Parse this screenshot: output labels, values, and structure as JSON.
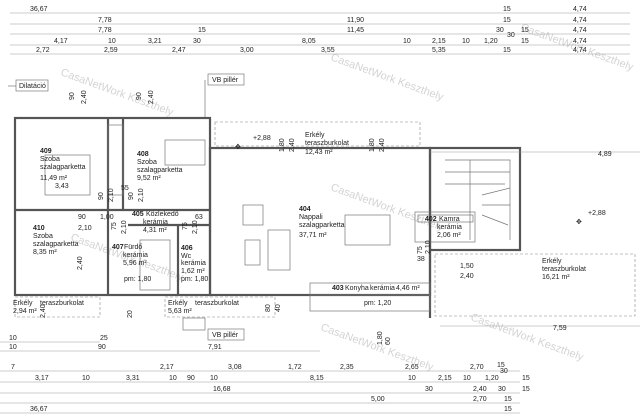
{
  "watermark": "CasaNetWork Keszthely",
  "dims_top": [
    [
      "36,67",
      "15",
      "4,74"
    ],
    [
      "7,78",
      "11,90",
      "15",
      "4,74"
    ],
    [
      "7,78",
      "15",
      "11,45",
      "30",
      "30",
      "15",
      "4,74"
    ],
    [
      "4,17",
      "10",
      "3,21",
      "30",
      "8,05",
      "10",
      "2,15",
      "10",
      "1,20",
      "15",
      "4,74"
    ],
    [
      "2,72",
      "2,59",
      "2,47",
      "3,00",
      "3,55",
      "5,35",
      "15",
      "4,74"
    ]
  ],
  "dims_bottom": [
    [
      "7,59"
    ],
    [
      "10",
      "25"
    ],
    [
      "10",
      "90",
      "7,91"
    ],
    [
      "7",
      "2,17",
      "3,08",
      "1,72",
      "2,35",
      "2,65",
      "2,70",
      "15",
      "30"
    ],
    [
      "3,17",
      "10",
      "3,31",
      "10",
      "90",
      "10",
      "8,15",
      "10",
      "2,15",
      "10",
      "1,20",
      "15"
    ],
    [
      "16,68",
      "30",
      "2,40",
      "30",
      "15"
    ],
    [
      "5,00",
      "2,70",
      "15"
    ],
    [
      "36,67",
      "15"
    ]
  ],
  "tags": {
    "dilatacio": "Dilatáció",
    "vb_top": "VB pillér",
    "vb_bottom": "VB pillér"
  },
  "rooms": {
    "r409": {
      "num": "409",
      "name": "Szoba",
      "floor": "szalagparketta",
      "area": "11,49 m²",
      "extra": "3,43"
    },
    "r408": {
      "num": "408",
      "name": "Szoba",
      "floor": "szalagparketta",
      "area": "9,52 m²"
    },
    "r410": {
      "num": "410",
      "name": "Szoba",
      "floor": "szalagparketta",
      "area": "8,35 m²"
    },
    "r405": {
      "num": "405",
      "name": "Közlekedő",
      "floor": "kerámia",
      "area": "4,31 m²"
    },
    "r407": {
      "num": "407",
      "name": "Fürdő",
      "floor": "kerámia",
      "area": "5,96 m²",
      "pm": "pm: 1,80"
    },
    "r406": {
      "num": "406",
      "name": "Wc",
      "floor": "kerámia",
      "area": "1,62 m²",
      "pm": "pm: 1,80"
    },
    "r404": {
      "num": "404",
      "name": "Nappali",
      "floor": "szalagparketta",
      "area": "37,71 m²"
    },
    "r403": {
      "num": "403",
      "name": "Konyha",
      "floor": "kerámia",
      "area": "4,46 m²",
      "pm": "pm: 1,20"
    },
    "r402": {
      "num": "402",
      "name": "Kamra",
      "floor": "kerámia",
      "area": "2,06 m²"
    }
  },
  "balconies": {
    "top": {
      "name": "Erkély",
      "floor": "teraszburkolat",
      "area": "12,43 m²"
    },
    "right": {
      "name": "Erkély",
      "floor": "teraszburkolat",
      "area": "16,21 m²"
    },
    "bl": {
      "name": "Erkély",
      "floor": "teraszburkolat",
      "area": "2,94 m²"
    },
    "bm": {
      "name": "Erkély",
      "floor": "teraszburkolat",
      "area": "5,63 m²"
    }
  },
  "levels": [
    "+2,88",
    "+2,88"
  ],
  "inner_dims": [
    "90",
    "2,40",
    "90",
    "2,40",
    "1,80",
    "2,40",
    "1,80",
    "2,40",
    "90",
    "2,10",
    "55",
    "90",
    "2,10",
    "90",
    "1,00",
    "2,10",
    "75",
    "2,10",
    "63",
    "75",
    "2,10",
    "2,40",
    "4,89",
    "75",
    "2,10",
    "38",
    "1,50",
    "2,40",
    "2,40",
    "80",
    "40",
    "20",
    "1,80",
    "60"
  ]
}
